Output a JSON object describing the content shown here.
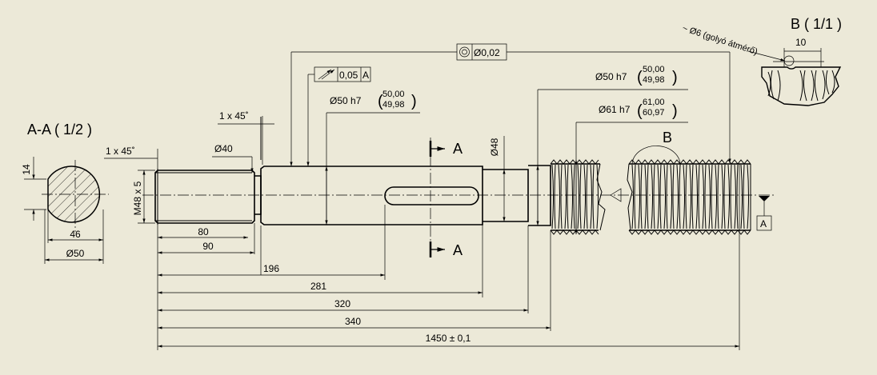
{
  "views": {
    "section_aa_title": "A-A ( 1/2 )",
    "detail_b_title": "B ( 1/1 )",
    "detail_b_note": "~ Ø6 (golyó átmérő)",
    "detail_b_dim": "10",
    "detail_callout": "B"
  },
  "section_aa": {
    "dim_14": "14",
    "dim_46": "46",
    "dim_50": "Ø50"
  },
  "chamfers": {
    "left": "1 x 45˚",
    "second": "1 x 45˚"
  },
  "diameters": {
    "d40": "Ø40",
    "thread": "M48 x 5",
    "d48": "Ø48",
    "d50_left": "Ø50 h7",
    "d50_left_upper": "50,00",
    "d50_left_lower": "49,98",
    "d50_right": "Ø50 h7",
    "d50_right_upper": "50,00",
    "d50_right_lower": "49,98",
    "d61": "Ø61 h7",
    "d61_upper": "61,00",
    "d61_lower": "60,97"
  },
  "tolerances": {
    "concentricity": "Ø0,02",
    "runout_value": "0,05",
    "runout_datum": "A",
    "datum_label": "A"
  },
  "section_marks": {
    "top": "A",
    "bottom": "A"
  },
  "lengths": {
    "l80": "80",
    "l90": "90",
    "l196": "196",
    "l281": "281",
    "l320": "320",
    "l340": "340",
    "l1450": "1450 ± 0,1"
  }
}
